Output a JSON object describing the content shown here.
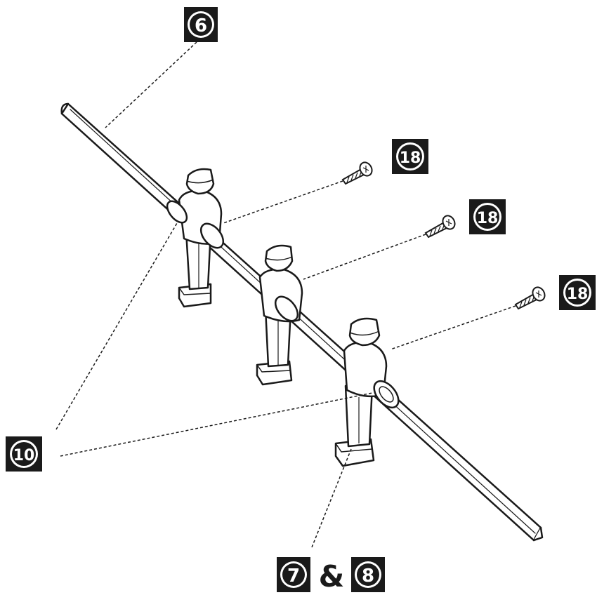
{
  "callouts": {
    "rod": "6",
    "screw_1": "18",
    "screw_2": "18",
    "screw_3": "18",
    "bumper": "10",
    "player_a": "7",
    "player_b": "8",
    "joiner": "&"
  },
  "colors": {
    "ink": "#1a1a1a",
    "callout_bg": "#1a1a1a",
    "callout_fg": "#ffffff",
    "part_fill": "#ffffff"
  }
}
